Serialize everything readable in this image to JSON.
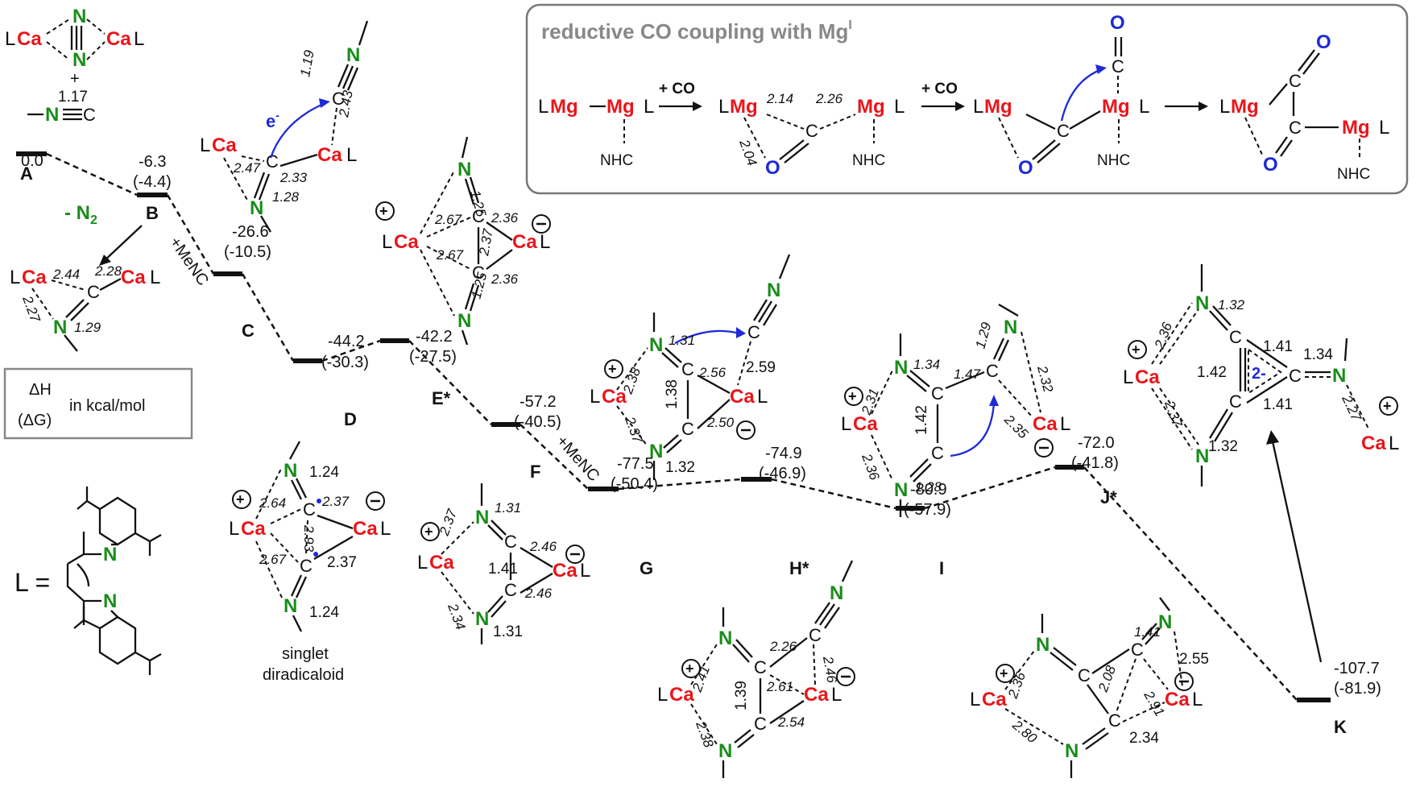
{
  "levels": [
    {
      "id": "A",
      "dh": "0.0",
      "dg": ""
    },
    {
      "id": "B",
      "dh": "-6.3",
      "dg": "(-4.4)"
    },
    {
      "id": "C",
      "dh": "-26.6",
      "dg": "(-10.5)"
    },
    {
      "id": "D",
      "dh": "-44.2",
      "dg": "(-30.3)"
    },
    {
      "id": "E*",
      "dh": "-42.2",
      "dg": "(-27.5)"
    },
    {
      "id": "F",
      "dh": "-57.2",
      "dg": "(-40.5)"
    },
    {
      "id": "G",
      "dh": "-77.5",
      "dg": "(-50.4)"
    },
    {
      "id": "H*",
      "dh": "-74.9",
      "dg": "(-46.9)"
    },
    {
      "id": "I",
      "dh": "-80.9",
      "dg": "(-57.9)"
    },
    {
      "id": "J*",
      "dh": "-72.0",
      "dg": "(-41.8)"
    },
    {
      "id": "K",
      "dh": "-107.7",
      "dg": "(-81.9)"
    }
  ],
  "step_labels": {
    "minus_n2": "- N",
    "n2_sub": "2",
    "mencn1": "+MeNC",
    "mencn2": "+MeNC"
  },
  "legend": {
    "dh": "ΔH",
    "dg": "(ΔG)",
    "unit": "in kcal/mol"
  },
  "inset": {
    "title": "reductive CO coupling with Mg",
    "title_sup": "I",
    "plus_co_1": "+ CO",
    "plus_co_2": "+ CO",
    "bonds": [
      "2.14",
      "2.26",
      "2.04"
    ]
  },
  "atoms": {
    "ca": "Ca",
    "mg": "Mg",
    "L": "L",
    "n": "N",
    "c": "C",
    "o": "O",
    "nhc": "NHC",
    "l_eq": "L ="
  },
  "captions": {
    "singlet": "singlet",
    "diradicaloid": "diradicaloid",
    "e_minus": "e",
    "charge_2": "2-"
  },
  "bonds": {
    "n2": [
      "1.17"
    ],
    "c_int": [
      "1.19",
      "2.47",
      "2.33",
      "2.43",
      "1.28"
    ],
    "b_prod": [
      "2.44",
      "2.28",
      "2.27",
      "1.29"
    ],
    "e_int": [
      "1.25",
      "2.67",
      "2.36",
      "2.67",
      "2.37",
      "2.36",
      "1.25"
    ],
    "d_int": [
      "1.24",
      "2.64",
      "2.37",
      "2.93",
      "2.67",
      "2.37",
      "1.24"
    ],
    "f_int": [
      "2.37",
      "1.31",
      "2.46",
      "1.41",
      "2.34",
      "2.46",
      "1.31"
    ],
    "g_int": [
      "1.31",
      "2.38",
      "2.56",
      "2.59",
      "1.38",
      "2.37",
      "2.50",
      "1.32"
    ],
    "h_int": [
      "2.41",
      "2.26",
      "2.46",
      "1.39",
      "2.61",
      "2.38",
      "2.54"
    ],
    "i_int": [
      "1.34",
      "1.47",
      "1.29",
      "2.32",
      "2.31",
      "1.42",
      "2.35",
      "2.36",
      "1.28"
    ],
    "j_int": [
      "2.36",
      "2.08",
      "1.41",
      "2.55",
      "2.91",
      "2.80",
      "2.34"
    ],
    "k_int": [
      "1.32",
      "2.36",
      "1.41",
      "1.34",
      "1.42",
      "2.37",
      "1.41",
      "2.27",
      "1.32"
    ]
  }
}
